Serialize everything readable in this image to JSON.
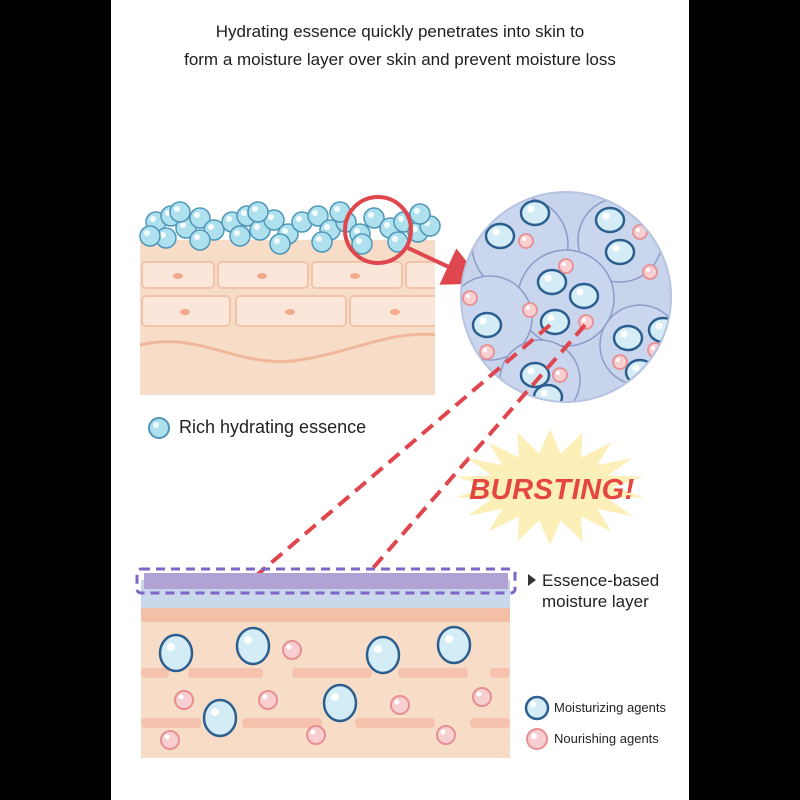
{
  "headline": {
    "line1": "Hydrating essence quickly penetrates into skin to",
    "line2": "form a moisture layer over skin and prevent moisture loss"
  },
  "legend_top": {
    "label": "Rich hydrating essence"
  },
  "callout": {
    "text": "BURSTING!"
  },
  "layer_label": {
    "line1": "Essence-based",
    "line2": "moisture layer"
  },
  "legend_bottom": {
    "moisturizing": "Moisturizing agents",
    "nourishing": "Nourishing agents"
  },
  "colors": {
    "skin": "#f7dcc8",
    "cell_line": "#f3c9b0",
    "bubble": "#aee0ee",
    "bubble_stroke": "#4f97b8",
    "moisture_blue": "#2c5f8f",
    "nourish_pink": "#e88f93",
    "arrow_red": "#e0464d",
    "burst_yellow": "#fcefb8",
    "burst_text": "#e4473f",
    "circle_fill": "#c8d3ec",
    "layer_purple": "#b1a2d4",
    "dash_purple": "#7d66c6"
  }
}
